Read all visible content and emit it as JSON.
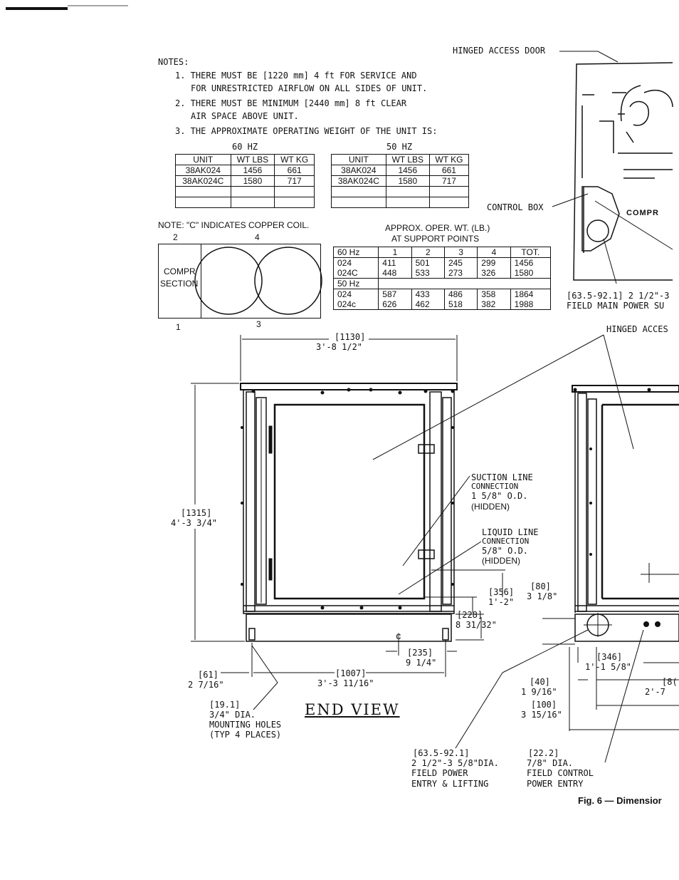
{
  "notes": {
    "heading": "NOTES:",
    "items": [
      "1. THERE MUST BE [1220 mm] 4 ft FOR SERVICE AND",
      "FOR UNRESTRICTED AIRFLOW ON ALL SIDES OF UNIT.",
      "2. THERE MUST BE MINIMUM [2440 mm] 8 ft CLEAR",
      "AIR SPACE ABOVE UNIT.",
      "3. THE APPROXIMATE OPERATING WEIGHT OF THE UNIT IS:"
    ]
  },
  "weights": {
    "hz60_label": "60 HZ",
    "hz50_label": "50 HZ",
    "headers": [
      "UNIT",
      "WT LBS",
      "WT KG"
    ],
    "hz60_rows": [
      [
        "38AK024",
        "1456",
        "661"
      ],
      [
        "38AK024C",
        "1580",
        "717"
      ]
    ],
    "hz50_rows": [
      [
        "38AK024",
        "1456",
        "661"
      ],
      [
        "38AK024C",
        "1580",
        "717"
      ]
    ],
    "copper_note": "NOTE: \"C\" INDICATES COPPER COIL."
  },
  "support": {
    "title_line1": "APPROX. OPER. WT. (LB.)",
    "title_line2": "AT SUPPORT POINTS",
    "headers": [
      "60 Hz",
      "1",
      "2",
      "3",
      "4",
      "TOT."
    ],
    "hz60_label": "60 Hz",
    "hz50_label": "50 Hz",
    "rows60": [
      [
        "024",
        "411",
        "501",
        "245",
        "299",
        "1456"
      ],
      [
        "024C",
        "448",
        "533",
        "273",
        "326",
        "1580"
      ]
    ],
    "rows50": [
      [
        "024",
        "587",
        "433",
        "486",
        "358",
        "1864"
      ],
      [
        "024c",
        "626",
        "462",
        "518",
        "382",
        "1988"
      ]
    ]
  },
  "compr_diagram": {
    "label_line1": "COMPR",
    "label_line2": "SECTION",
    "point2": "2",
    "point4": "4",
    "point1": "1",
    "point3": "3"
  },
  "right_top": {
    "hinged_access_door": "HINGED ACCESS DOOR",
    "control_box": "CONTROL BOX",
    "compr": "COMPR",
    "power_dim": "[63.5-92.1] 2 1/2\"-3",
    "field_main_power": "FIELD MAIN POWER SU"
  },
  "end_view": {
    "title": "END VIEW",
    "width_mm": "[1130]",
    "width_ft": "3'-8 1/2\"",
    "height_mm": "[1315]",
    "height_ft": "4'-3 3/4\"",
    "hinged_access": "HINGED ACCES",
    "suction": [
      "SUCTION LINE",
      "CONNECTION",
      "1 5/8\" O.D.",
      "(HIDDEN)"
    ],
    "liquid": [
      "LIQUID LINE",
      "CONNECTION",
      "5/8\" O.D.",
      "(HIDDEN)"
    ],
    "d80_mm": "[80]",
    "d80_in": "3 1/8\"",
    "d356_mm": "[356]",
    "d356_in": "1'-2\"",
    "d228_mm": "[228]",
    "d228_in": "8 31/32\"",
    "d235_mm": "[235]",
    "d235_in": "9 1/4\"",
    "d61_mm": "[61]",
    "d61_in": "2 7/16\"",
    "d1007_mm": "[1007]",
    "d1007_in": "3'-3 11/16\"",
    "holes": [
      "[19.1]",
      "3/4\" DIA.",
      "MOUNTING HOLES",
      "(TYP 4 PLACES)"
    ],
    "d346_mm": "[346]",
    "d346_in": "1'-1 5/8\"",
    "d40_mm": "[40]",
    "d40_in": "1 9/16\"",
    "d100_mm": "[100]",
    "d100_in": "3 15/16\"",
    "d8x_mm": "[8(",
    "d8x_in": "2'-7",
    "power_entry": [
      "[63.5-92.1]",
      "2 1/2\"-3 5/8\"DIA.",
      "FIELD POWER",
      "ENTRY & LIFTING"
    ],
    "control_entry": [
      "[22.2]",
      "7/8\" DIA.",
      "FIELD CONTROL",
      "POWER ENTRY"
    ],
    "centerline": "¢"
  },
  "figure_caption": "Fig. 6 — Dimensior"
}
